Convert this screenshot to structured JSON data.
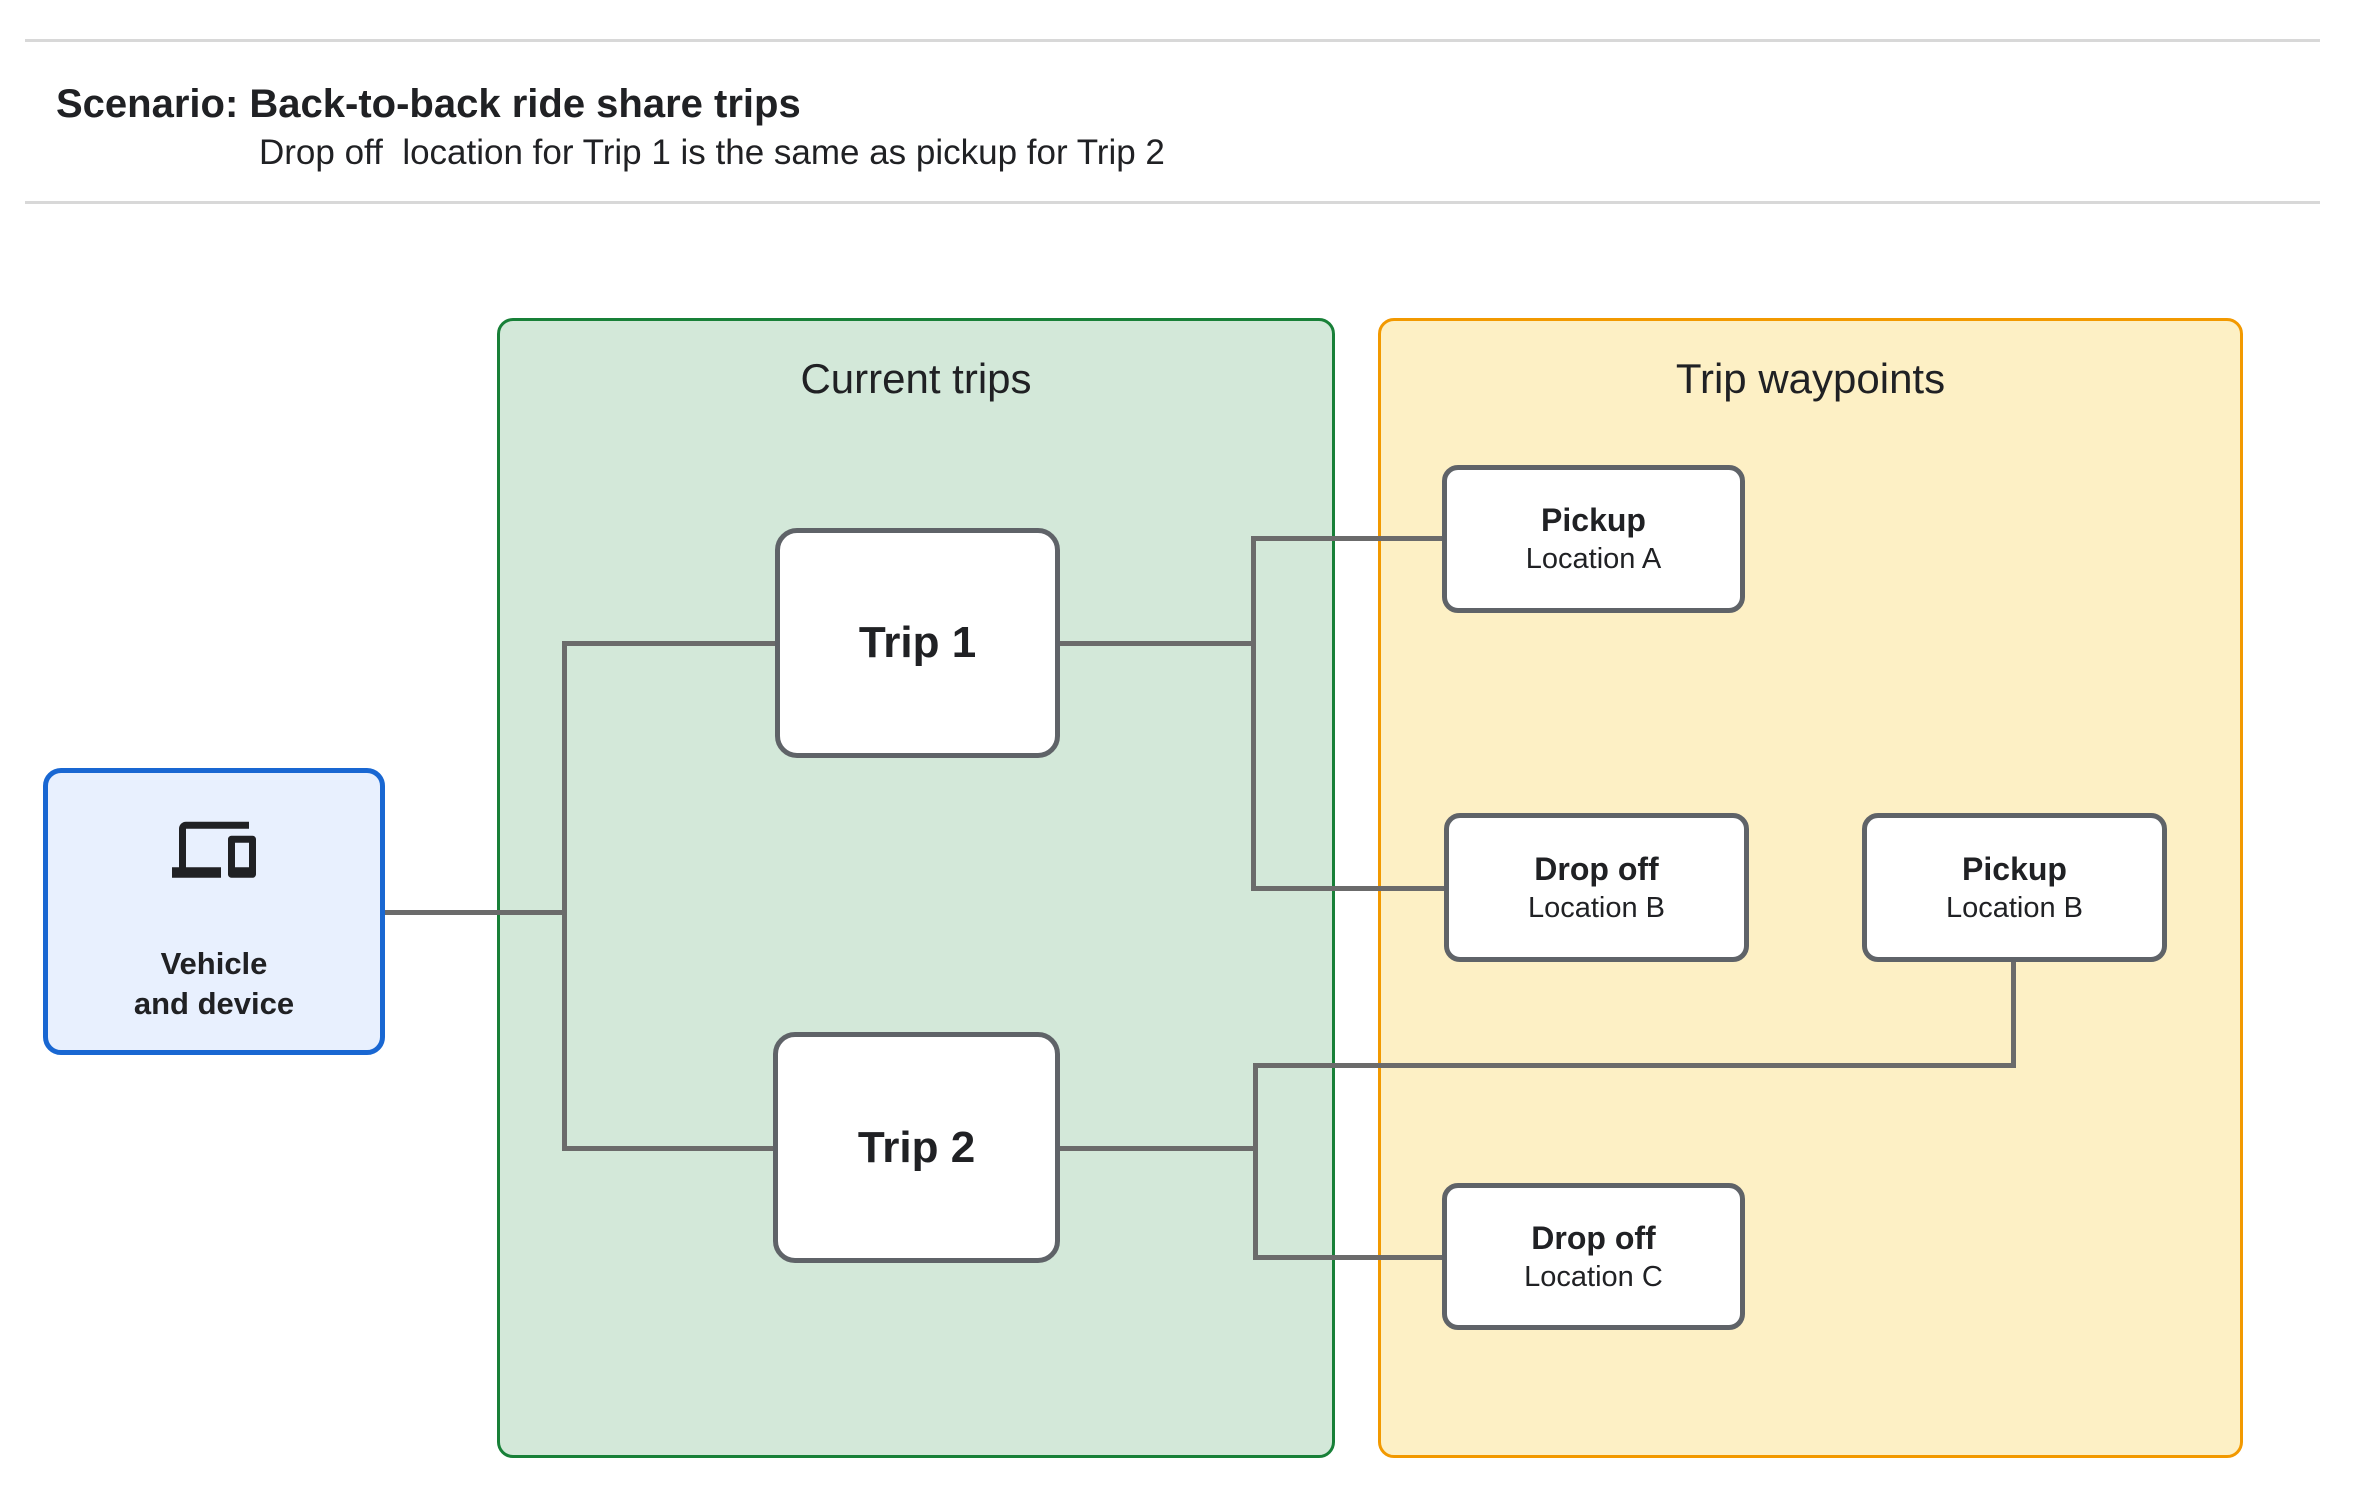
{
  "header": {
    "title": "Scenario: Back-to-back ride share trips",
    "subtitle": "Drop off  location for Trip 1 is the same as pickup for Trip 2"
  },
  "vehicle": {
    "icon": "devices-icon",
    "line1": "Vehicle",
    "line2": "and device"
  },
  "groups": {
    "current_trips": {
      "label": "Current trips"
    },
    "trip_waypoints": {
      "label": "Trip waypoints"
    }
  },
  "trips": [
    {
      "label": "Trip 1"
    },
    {
      "label": "Trip 2"
    }
  ],
  "waypoints": [
    {
      "type": "Pickup",
      "location": "Location A"
    },
    {
      "type": "Drop off",
      "location": "Location B"
    },
    {
      "type": "Pickup",
      "location": "Location B"
    },
    {
      "type": "Drop off",
      "location": "Location C"
    }
  ],
  "colors": {
    "page-bg": "#ffffff",
    "separator": "#d8d8d8",
    "text": "#202124",
    "blue-fill": "#e8f0fe",
    "blue-border": "#1967d2",
    "green-fill": "#d3e8d9",
    "green-border": "#188038",
    "yellow-fill": "#fdf0c5",
    "yellow-border": "#f29900",
    "box-border": "#5f6368",
    "connector": "#6b6b6b"
  }
}
